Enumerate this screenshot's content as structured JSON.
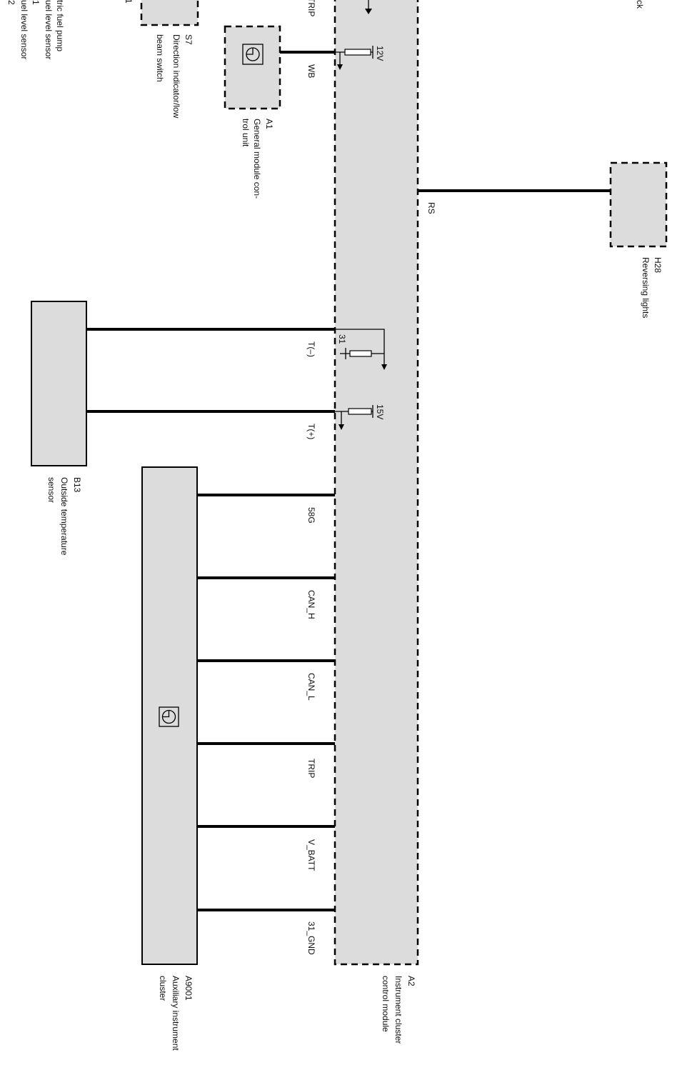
{
  "cutoff_text": {
    "left_1": "tric fuel pump",
    "left_2": "uel level sensor",
    "left_3": "1",
    "left_4": "uel level sensor",
    "left_5": "2",
    "left_6": "1",
    "top_trip": "TRIP",
    "top_right": "ck"
  },
  "components": {
    "s7": {
      "id": "S7",
      "name_1": "Direction indicator/low",
      "name_2": "beam switch"
    },
    "a1": {
      "id": "A1",
      "name_1": "General module con-",
      "name_2": "trol unit"
    },
    "h28": {
      "id": "H28",
      "name_1": "Reversing lights"
    },
    "b13": {
      "id": "B13",
      "name_1": "Outside temperature",
      "name_2": "sensor"
    },
    "a9001": {
      "id": "A9001",
      "name_1": "Auxiliary instrument",
      "name_2": "cluster"
    },
    "a2": {
      "id": "A2",
      "name_1": "Instrument cluster",
      "name_2": "control module"
    }
  },
  "pins": {
    "wb": "WB",
    "rs": "RS",
    "t_minus": "T(–)",
    "t_plus": "T(+)",
    "p58g": "58G",
    "can_h": "CAN_H",
    "can_l": "CAN_L",
    "trip": "TRIP",
    "v_batt": "V_BATT",
    "gnd": "31_GND"
  },
  "internal": {
    "v12": "12V",
    "g31": "31",
    "v15": "15V"
  }
}
